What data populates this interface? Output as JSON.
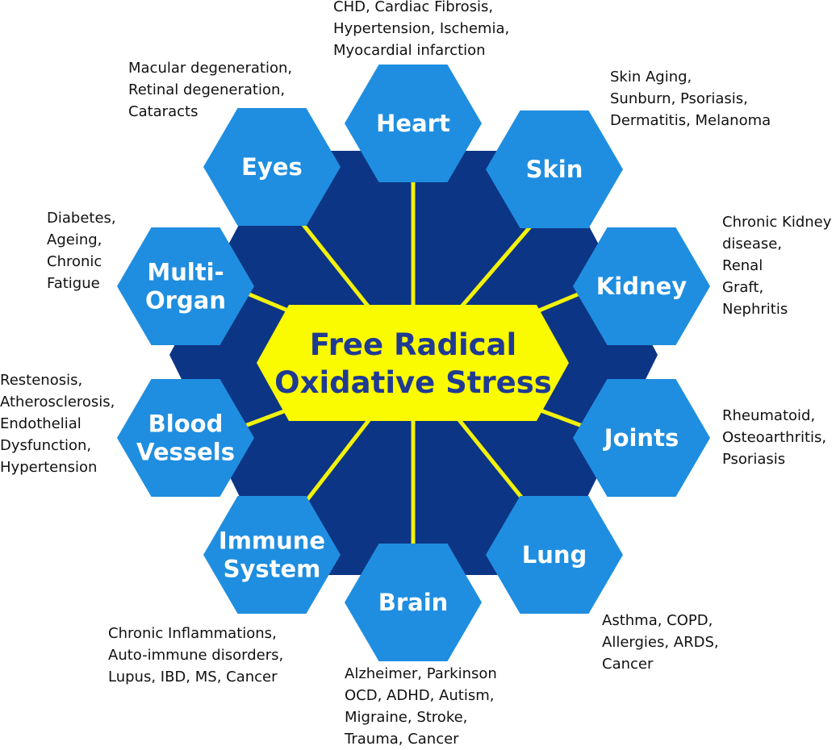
{
  "center": {
    "line1": "Free Radical",
    "line2": "Oxidative Stress"
  },
  "colors": {
    "background_hexagon": "#0d3585",
    "organ_hexagon": "#1f8ee0",
    "center_fill": "#fafa00",
    "center_text": "#1f3a93",
    "connector": "#f2f20a"
  },
  "nodes": [
    {
      "id": "heart",
      "name": [
        "Heart"
      ],
      "desc": [
        "CHD, Cardiac Fibrosis,",
        "Hypertension, Ischemia,",
        "Myocardial infarction"
      ]
    },
    {
      "id": "skin",
      "name": [
        "Skin"
      ],
      "desc": [
        "Skin Aging,",
        "Sunburn, Psoriasis,",
        "Dermatitis, Melanoma"
      ]
    },
    {
      "id": "kidney",
      "name": [
        "Kidney"
      ],
      "desc": [
        "Chronic Kidney",
        "disease,",
        "Renal",
        "Graft,",
        "Nephritis"
      ]
    },
    {
      "id": "joints",
      "name": [
        "Joints"
      ],
      "desc": [
        "Rheumatoid,",
        "Osteoarthritis,",
        "Psoriasis"
      ]
    },
    {
      "id": "lung",
      "name": [
        "Lung"
      ],
      "desc": [
        "Asthma, COPD,",
        "Allergies, ARDS,",
        "Cancer"
      ]
    },
    {
      "id": "brain",
      "name": [
        "Brain"
      ],
      "desc": [
        "Alzheimer, Parkinson",
        "OCD, ADHD, Autism,",
        "Migraine, Stroke,",
        "Trauma, Cancer"
      ]
    },
    {
      "id": "immune-system",
      "name": [
        "Immune",
        "System"
      ],
      "desc": [
        "Chronic Inflammations,",
        "Auto-immune disorders,",
        "Lupus, IBD, MS, Cancer"
      ]
    },
    {
      "id": "blood-vessels",
      "name": [
        "Blood",
        "Vessels"
      ],
      "desc": [
        "Restenosis,",
        "Atherosclerosis,",
        "Endothelial",
        "Dysfunction,",
        "Hypertension"
      ]
    },
    {
      "id": "multi-organ",
      "name": [
        "Multi-",
        "Organ"
      ],
      "desc": [
        "Diabetes,",
        "Ageing,",
        "Chronic",
        "Fatigue"
      ]
    },
    {
      "id": "eyes",
      "name": [
        "Eyes"
      ],
      "desc": [
        "Macular degeneration,",
        "Retinal degeneration,",
        "Cataracts"
      ]
    }
  ]
}
